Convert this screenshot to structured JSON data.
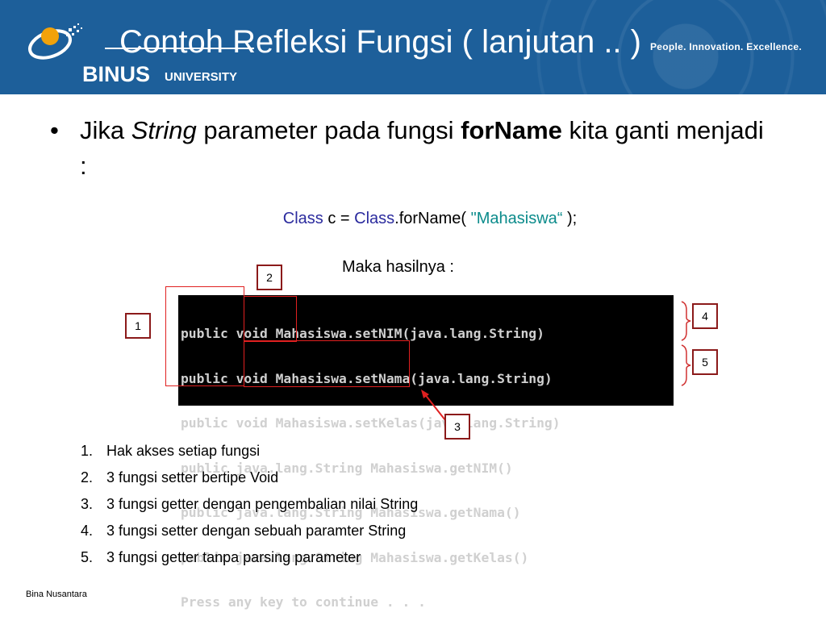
{
  "header": {
    "title": "Contoh Refleksi Fungsi ( lanjutan .. )",
    "logo_main": "BINUS",
    "logo_sub": "UNIVERSITY",
    "tagline": "People. Innovation. Excellence."
  },
  "bullet": {
    "part1": "Jika ",
    "italic": "String",
    "part2": " parameter pada fungsi ",
    "bold": "forName",
    "part3": " kita ganti menjadi :"
  },
  "code": {
    "kw1": "Class",
    "text1": " c = ",
    "kw2": "Class",
    "text2": ".forName( ",
    "str": "\"Mahasiswa“",
    "text3": " );"
  },
  "result_label": "Maka hasilnya :",
  "console_lines": [
    "public void Mahasiswa.setNIM(java.lang.String)",
    "public void Mahasiswa.setNama(java.lang.String)",
    "public void Mahasiswa.setKelas(java.lang.String)",
    "public java.lang.String Mahasiswa.getNIM()",
    "public java.lang.String Mahasiswa.getNama()",
    "public java.lang.String Mahasiswa.getKelas()",
    "Press any key to continue . . ."
  ],
  "callouts": [
    "1",
    "2",
    "3",
    "4",
    "5"
  ],
  "legend": [
    {
      "num": "1.",
      "text": "Hak akses setiap fungsi"
    },
    {
      "num": "2.",
      "text": "3 fungsi setter bertipe Void"
    },
    {
      "num": "3.",
      "text": "3 fungsi getter dengan pengembalian nilai String"
    },
    {
      "num": "4.",
      "text": "3 fungsi setter dengan sebuah paramter String"
    },
    {
      "num": "5.",
      "text": "3 fungsi getter tanpa parsing parameter"
    }
  ],
  "footer": "Bina Nusantara",
  "colors": {
    "header_bg": "#1d5f9a",
    "callout_border": "#8b1a1a",
    "highlight": "#e02020",
    "keyword": "#2b2b9e",
    "string": "#0b8b8b"
  }
}
